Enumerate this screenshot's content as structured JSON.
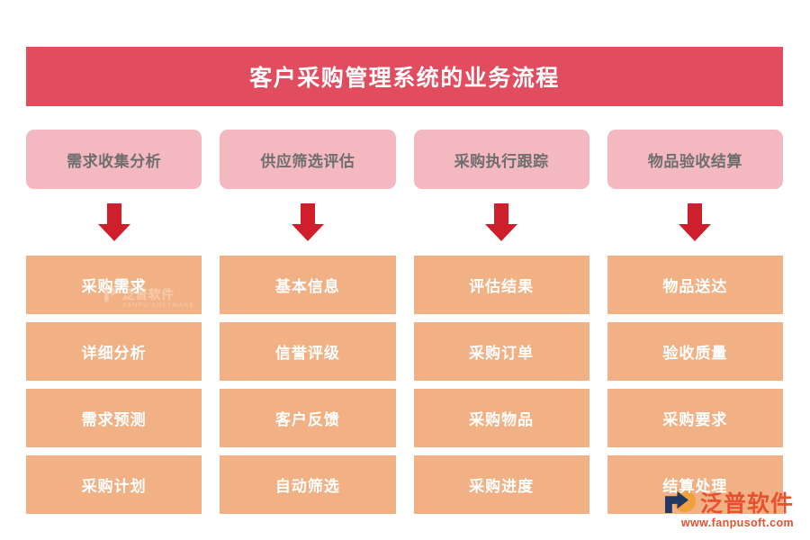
{
  "page": {
    "title": "客户采购管理系统的业务流程",
    "background_color": "#ffffff"
  },
  "colors": {
    "banner": "#e14d5e",
    "stage_header": "#f4b8c1",
    "stage_header_text": "#6e6e6e",
    "step_box": "#f2b184",
    "step_text": "#ffffff",
    "arrow": "#cf1e2c",
    "brand_red": "#e8502f",
    "brand_navy": "#1f3864",
    "brand_orange": "#f0a03c"
  },
  "columns": [
    {
      "header": "需求收集分析",
      "arrow": "down-arrow",
      "steps": [
        "采购需求",
        "详细分析",
        "需求预测",
        "采购计划"
      ]
    },
    {
      "header": "供应筛选评估",
      "arrow": "down-arrow",
      "steps": [
        "基本信息",
        "信誉评级",
        "客户反馈",
        "自动筛选"
      ]
    },
    {
      "header": "采购执行跟踪",
      "arrow": "down-arrow",
      "steps": [
        "评估结果",
        "采购订单",
        "采购物品",
        "采购进度"
      ]
    },
    {
      "header": "物品验收结算",
      "arrow": "down-arrow",
      "steps": [
        "物品送达",
        "验收质量",
        "采购要求",
        "结算处理"
      ]
    }
  ],
  "inline_watermark": {
    "name_cn": "泛普软件",
    "name_en": "FANPU SOFTWARE"
  },
  "brand": {
    "name_cn": "泛普软件",
    "url": "www.fanpusoft.com"
  }
}
